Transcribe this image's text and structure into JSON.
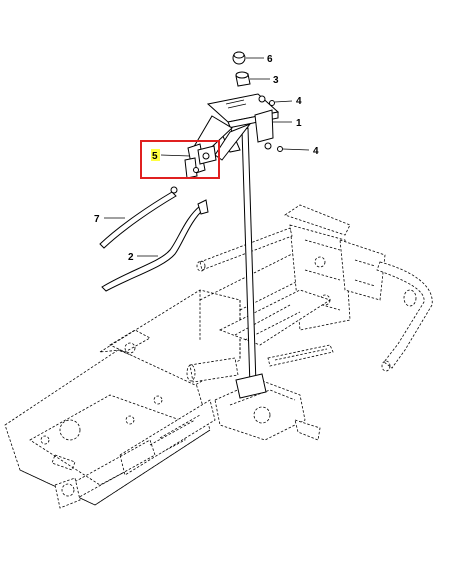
{
  "diagram": {
    "callouts": [
      {
        "id": "6",
        "label": "6"
      },
      {
        "id": "3",
        "label": "3"
      },
      {
        "id": "4a",
        "label": "4"
      },
      {
        "id": "1",
        "label": "1"
      },
      {
        "id": "5",
        "label": "5"
      },
      {
        "id": "4b",
        "label": "4"
      },
      {
        "id": "7",
        "label": "7"
      },
      {
        "id": "2",
        "label": "2"
      }
    ],
    "highlight": {
      "part": "5",
      "box_color": "#e02020",
      "label_bg": "#ffff40"
    }
  }
}
